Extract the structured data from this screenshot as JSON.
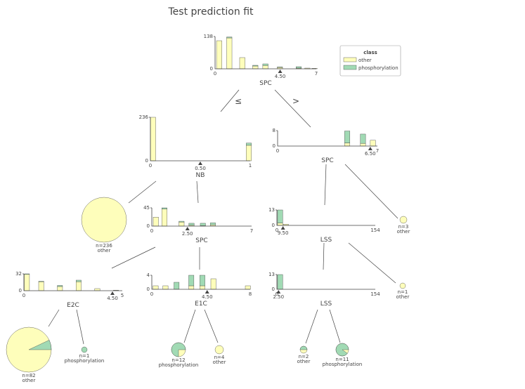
{
  "title": "Test prediction fit",
  "colors": {
    "other": "#fefebb",
    "phosphorylation": "#a1dab4",
    "ink": "#444444"
  },
  "legend": {
    "title": "class",
    "items": [
      {
        "label": "other",
        "color": "#fefebb"
      },
      {
        "label": "phosphorylation",
        "color": "#a1dab4"
      }
    ]
  },
  "nodes": [
    {
      "id": "root",
      "feature": "SPC",
      "split": 4.5,
      "split_label": "4.50",
      "xrange": [
        0,
        7
      ],
      "xticks": [
        "0",
        "7"
      ],
      "ymax": 138,
      "yticks": [
        "0",
        "138"
      ],
      "bars": [
        {
          "x": 0.1,
          "other": 120,
          "phos": 0
        },
        {
          "x": 0.8,
          "other": 132,
          "phos": 4
        },
        {
          "x": 1.7,
          "other": 48,
          "phos": 0
        },
        {
          "x": 2.6,
          "other": 12,
          "phos": 3
        },
        {
          "x": 3.3,
          "other": 14,
          "phos": 7
        },
        {
          "x": 4.3,
          "other": 6,
          "phos": 2
        },
        {
          "x": 5.6,
          "other": 3,
          "phos": 6
        },
        {
          "x": 6.2,
          "other": 3,
          "phos": 0
        },
        {
          "x": 6.7,
          "other": 2,
          "phos": 0
        }
      ]
    },
    {
      "id": "nb",
      "feature": "NB",
      "split": 0.5,
      "split_label": "0.50",
      "xrange": [
        0,
        1
      ],
      "xticks": [
        "0",
        "1"
      ],
      "ymax": 236,
      "yticks": [
        "0",
        "236"
      ],
      "bars": [
        {
          "x": 0.0,
          "other": 236,
          "phos": 0
        },
        {
          "x": 0.96,
          "other": 84,
          "phos": 12
        }
      ]
    },
    {
      "id": "spc_right",
      "feature": "SPC",
      "split": 6.5,
      "split_label": "6.50",
      "xrange": [
        0,
        7
      ],
      "xticks": [
        "0",
        "7"
      ],
      "ymax": 8,
      "yticks": [
        "0",
        "8"
      ],
      "bars": [
        {
          "x": 4.7,
          "other": 1.6,
          "phos": 6.2
        },
        {
          "x": 5.8,
          "other": 1.4,
          "phos": 4.8
        },
        {
          "x": 6.5,
          "other": 3,
          "phos": 0
        }
      ]
    },
    {
      "id": "spc_mid",
      "feature": "SPC",
      "split": 2.5,
      "split_label": "2.50",
      "xrange": [
        0,
        7
      ],
      "xticks": [
        "0",
        "7"
      ],
      "ymax": 45,
      "yticks": [
        "0",
        "45"
      ],
      "bars": [
        {
          "x": 0.1,
          "other": 22,
          "phos": 0
        },
        {
          "x": 0.7,
          "other": 42,
          "phos": 3
        },
        {
          "x": 1.9,
          "other": 10,
          "phos": 2
        },
        {
          "x": 2.6,
          "other": 2,
          "phos": 5
        },
        {
          "x": 3.4,
          "other": 1,
          "phos": 6
        },
        {
          "x": 4.1,
          "other": 3,
          "phos": 5
        }
      ]
    },
    {
      "id": "lss_1",
      "feature": "LSS",
      "split": 9.5,
      "split_label": "9.50",
      "xrange": [
        0,
        154
      ],
      "xticks": [
        "0",
        "154"
      ],
      "ymax": 13,
      "yticks": [
        "0",
        "13"
      ],
      "bars": [
        {
          "x": 1,
          "other": 2,
          "phos": 11
        },
        {
          "x": 10,
          "other": 1,
          "phos": 0
        }
      ]
    },
    {
      "id": "e2c",
      "feature": "E2C",
      "split": 4.5,
      "split_label": "4.50",
      "xrange": [
        0,
        5
      ],
      "xticks": [
        "0",
        "5"
      ],
      "ymax": 32,
      "yticks": [
        "0",
        "32"
      ],
      "bars": [
        {
          "x": 0.02,
          "other": 31,
          "phos": 1
        },
        {
          "x": 0.75,
          "other": 17,
          "phos": 1
        },
        {
          "x": 1.7,
          "other": 8,
          "phos": 2
        },
        {
          "x": 2.65,
          "other": 17,
          "phos": 3
        },
        {
          "x": 3.6,
          "other": 4,
          "phos": 0
        },
        {
          "x": 4.55,
          "other": 1,
          "phos": 0
        }
      ]
    },
    {
      "id": "e1c",
      "feature": "E1C",
      "split": 4.5,
      "split_label": "4.50",
      "xrange": [
        0,
        8
      ],
      "xticks": [
        "0",
        "8"
      ],
      "ymax": 4,
      "yticks": [
        "0",
        "4"
      ],
      "bars": [
        {
          "x": 0.1,
          "other": 1,
          "phos": 0
        },
        {
          "x": 0.9,
          "other": 1,
          "phos": 0
        },
        {
          "x": 1.8,
          "other": 0,
          "phos": 2
        },
        {
          "x": 3.0,
          "other": 1,
          "phos": 3
        },
        {
          "x": 3.9,
          "other": 1,
          "phos": 3
        },
        {
          "x": 4.8,
          "other": 3,
          "phos": 0
        },
        {
          "x": 7.6,
          "other": 1,
          "phos": 0
        }
      ]
    },
    {
      "id": "lss_2",
      "feature": "LSS",
      "split": 2.5,
      "split_label": "2.50",
      "xrange": [
        0,
        154
      ],
      "xticks": [
        "0",
        "154"
      ],
      "ymax": 13,
      "yticks": [
        "0",
        "13"
      ],
      "bars": [
        {
          "x": 1,
          "other": 0,
          "phos": 13
        }
      ]
    }
  ],
  "leaves": [
    {
      "id": "leaf_nb_le",
      "n_label": "n=236",
      "class_label": "other",
      "frac_phos": 0.0
    },
    {
      "id": "leaf_spcr_gt",
      "n_label": "n=3",
      "class_label": "other",
      "frac_phos": 0.0
    },
    {
      "id": "leaf_lss1_gt",
      "n_label": "n=1",
      "class_label": "other",
      "frac_phos": 0.0
    },
    {
      "id": "leaf_e2c_le",
      "n_label": "n=82",
      "class_label": "other",
      "frac_phos": 0.07
    },
    {
      "id": "leaf_e2c_gt",
      "n_label": "n=1",
      "class_label": "phosphorylation",
      "frac_phos": 1.0
    },
    {
      "id": "leaf_e1c_le",
      "n_label": "n=12",
      "class_label": "phosphorylation",
      "frac_phos": 0.75
    },
    {
      "id": "leaf_e1c_gt",
      "n_label": "n=4",
      "class_label": "other",
      "frac_phos": 0.0
    },
    {
      "id": "leaf_lss2_le",
      "n_label": "n=2",
      "class_label": "other",
      "frac_phos": 0.5
    },
    {
      "id": "leaf_lss2_gt",
      "n_label": "n=11",
      "class_label": "phosphorylation",
      "frac_phos": 0.9
    }
  ],
  "edge_labels": {
    "left": "≤",
    "right": ">"
  }
}
